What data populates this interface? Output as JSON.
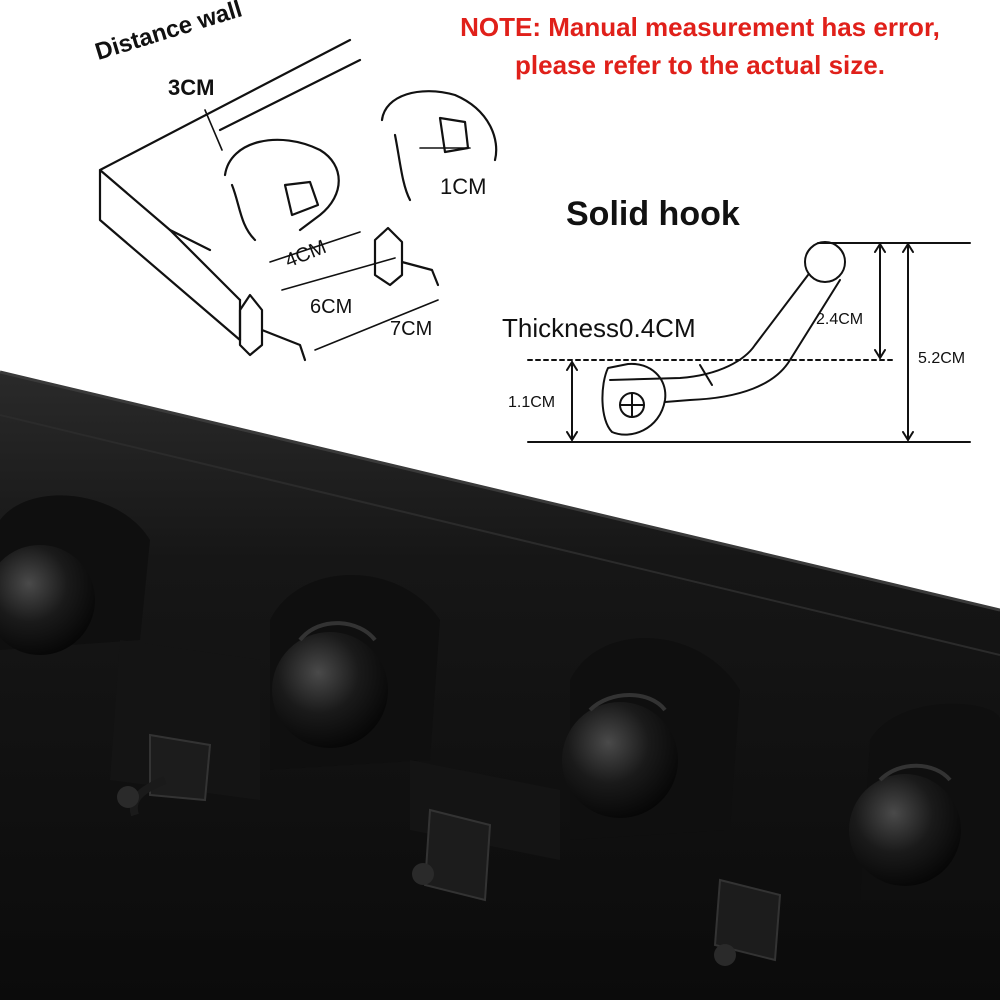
{
  "note": {
    "line1": "NOTE: Manual measurement has error,",
    "line2": "please refer to the actual size."
  },
  "sketch": {
    "distance_wall": "Distance wall",
    "distance_value": "3CM",
    "gap_value": "1CM",
    "width_inner": "4CM",
    "width_middle": "6CM",
    "width_outer": "7CM"
  },
  "hook_diagram": {
    "title": "Solid hook",
    "thickness": "Thickness0.4CM",
    "height_upper": "2.4CM",
    "height_total": "5.2CM",
    "height_lower": "1.1CM"
  },
  "colors": {
    "note_red": "#e0201a",
    "rack_black": "#141414",
    "line_black": "#111111"
  }
}
